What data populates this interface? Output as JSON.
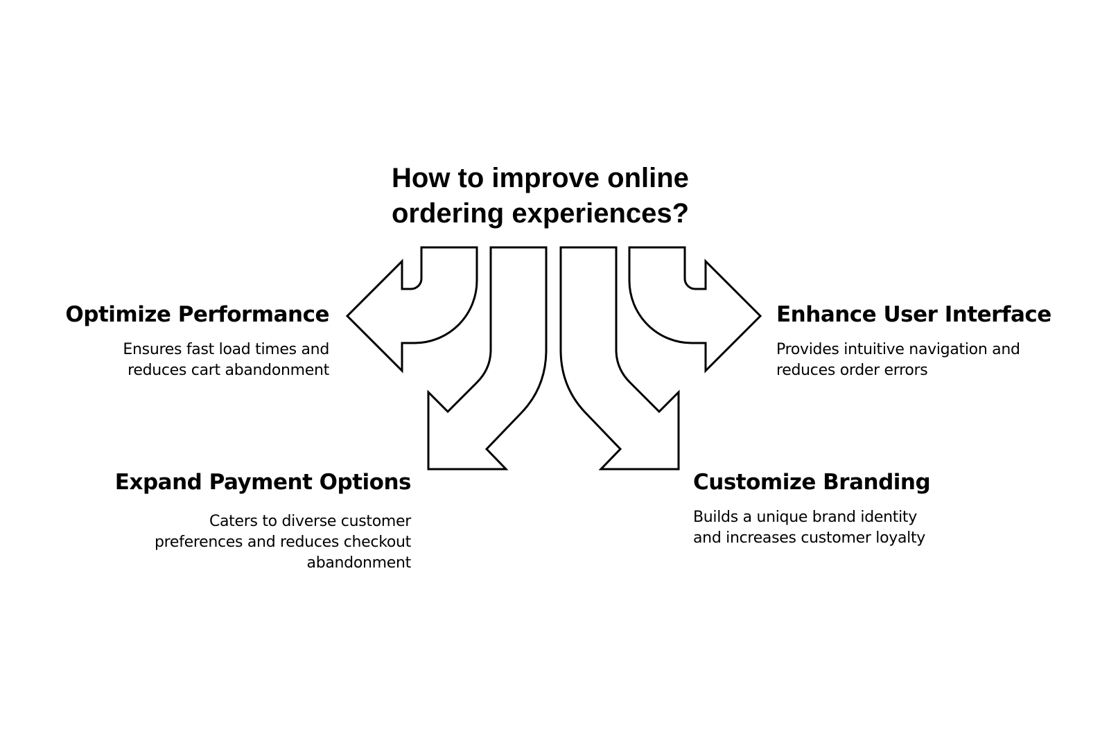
{
  "title": "How to improve online\nordering experiences?",
  "colors": {
    "background": "#ffffff",
    "ink": "#000000",
    "arrow_fill": "#ffffff"
  },
  "branches": {
    "optimize_performance": {
      "heading": "Optimize Performance",
      "description": "Ensures fast load times and\nreduces cart abandonment"
    },
    "enhance_user_interface": {
      "heading": "Enhance User Interface",
      "description": "Provides intuitive navigation and\nreduces order errors"
    },
    "expand_payment_options": {
      "heading": "Expand Payment Options",
      "description": "Caters to diverse customer\npreferences and reduces checkout\nabandonment"
    },
    "customize_branding": {
      "heading": "Customize Branding",
      "description": "Builds a unique brand identity\nand increases customer loyalty"
    }
  }
}
